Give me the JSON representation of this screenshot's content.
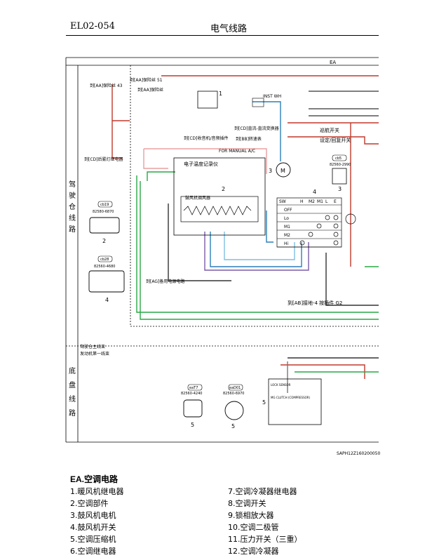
{
  "header": {
    "code": "EL02-054",
    "title": "电气线路"
  },
  "section_code": "EA",
  "side_labels": {
    "cabin": "驾驶仓线路",
    "chassis": "底盘线路"
  },
  "ref_labels": {
    "fuse_aa_43": "到[AA]保险丝 43",
    "fuse_aa_51": "到[AA]保险丝 51",
    "fuse_aa": "到[AA]保险丝",
    "fog_relay": "到[CD]后雾灯继电器",
    "standby_power": "到[AG]备用电源电路",
    "ground_plug": "到[AB]接地-4 按插件 G2",
    "cd_dc": "到[CD]直流-直流变换器",
    "cd_fw": "到[CD]收音机/音频插件",
    "bb_speed": "到[BB]转速表",
    "for_manual": "FOR MANUAL A/C",
    "blower_relay_lbl": "电子温度记录仪",
    "blower_res_lbl": "鼓风机调风器",
    "inst_wh": "INST WH",
    "cruise": "巡航开关",
    "set_return": "设定/回复开关",
    "cabin_main": "驾驶仓主线束",
    "engine_main": "发动机第一线束",
    "lock_sensor": "LOCK SENSOR",
    "mg_clutch": "MG CLUTCH (COMPRESSOR)",
    "g2": "G2"
  },
  "switch_table": {
    "headers": [
      "SW",
      "H",
      "M2",
      "M1",
      "L",
      "E"
    ],
    "rows": [
      "OFF",
      "Lo",
      "M1",
      "M2",
      "Hi"
    ]
  },
  "connectors": {
    "c2": {
      "tag": "cb19",
      "part": "82580-6870",
      "num": "2"
    },
    "c4": {
      "tag": "cb28",
      "part": "82560-4680",
      "num": "4"
    },
    "c3": {
      "tag": "cb5",
      "part": "82560-2990",
      "num": "3"
    },
    "c5a": {
      "tag": "eaT7",
      "part": "82560-4240",
      "num": "5"
    },
    "c5b": {
      "tag": "eaD01",
      "part": "82560-6970",
      "num": "5"
    }
  },
  "component_nums": {
    "n1": "1",
    "n2": "2",
    "n3": "3",
    "n4": "4",
    "n5": "5"
  },
  "doc_code": "SAPH12Z160200050",
  "legend": {
    "title": "EA.空调电路",
    "items": [
      "1.暖风机继电器",
      "2.空调部件",
      "3.鼓风机电机",
      "4.鼓风机开关",
      "5.空调压缩机",
      "6.空调继电器",
      "7.空调冷凝器继电器",
      "8.空调开关",
      "9.锁相放大器",
      "10.空调二极管",
      "11.压力开关（三重）",
      "12.空调冷凝器"
    ]
  }
}
